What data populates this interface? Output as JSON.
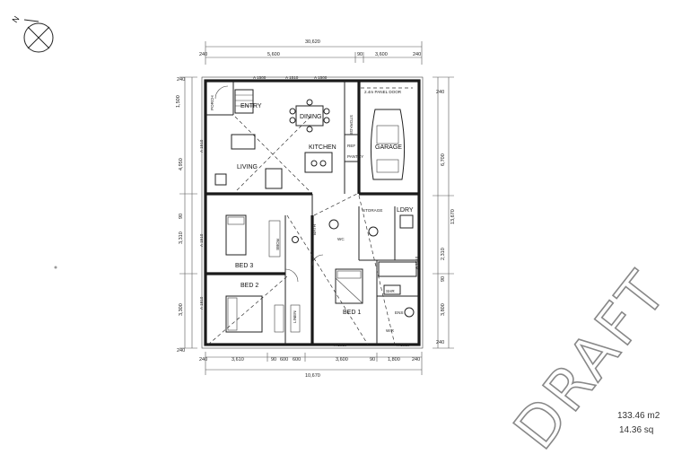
{
  "compass": {
    "north_label": "N"
  },
  "rooms": {
    "porch": "PORCH",
    "entry": "ENTRY",
    "dining": "DINING",
    "kitchen": "KITCHEN",
    "garage": "GARAGE",
    "living": "LIVING",
    "bed3": "BED 3",
    "bed2": "BED 2",
    "bed1": "BED 1",
    "ens": "ENS",
    "ldry": "LDRY",
    "storage": "STORAGE",
    "storage2": "STORAGE",
    "ref": "REF",
    "pantry": "PANTRY",
    "bath": "BATH",
    "wc": "WC",
    "robe": "ROBE",
    "linen": "LINEN",
    "shr": "SHR",
    "wir": "WIR",
    "panel_door": "2.4m PANEL DOOR"
  },
  "dimensions": {
    "top_total": "30,620",
    "top_left": "5,600",
    "top_mid": "90",
    "top_right": "3,600",
    "bottom_total": "10,670",
    "bottom_1": "3,610",
    "bottom_2": "600",
    "bottom_3": "600",
    "bottom_4": "3,600",
    "bottom_5": "1,800",
    "bottom_90a": "90",
    "bottom_90b": "90",
    "edge_240": "240",
    "left_1": "1,500",
    "left_2": "4,950",
    "left_3": "3,310",
    "left_4": "3,300",
    "left_90": "90",
    "right_1": "6,700",
    "right_2": "13,670",
    "right_3": "2,310",
    "right_4": "3,800",
    "right_90": "90",
    "window_tags": [
      "A 1500",
      "A 1510",
      "A 1500",
      "A 1510",
      "A 1510",
      "A 1810",
      "A 1810",
      "A 1810",
      "A 1810"
    ]
  },
  "area": {
    "m2": "133.46 m2",
    "sq": "14.36 sq"
  },
  "watermark": "DRAFT"
}
